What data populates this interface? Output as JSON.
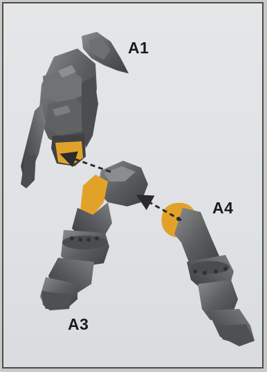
{
  "labels": {
    "torso": "A1",
    "right_leg": "A3",
    "left_leg": "A4"
  },
  "colors": {
    "background": "#dfe2e5",
    "part": "#5b5d5f",
    "part_dark": "#3e4042",
    "part_light": "#8a8c8e",
    "glue": "#e2a22a",
    "arrow": "#2b2b2b"
  }
}
